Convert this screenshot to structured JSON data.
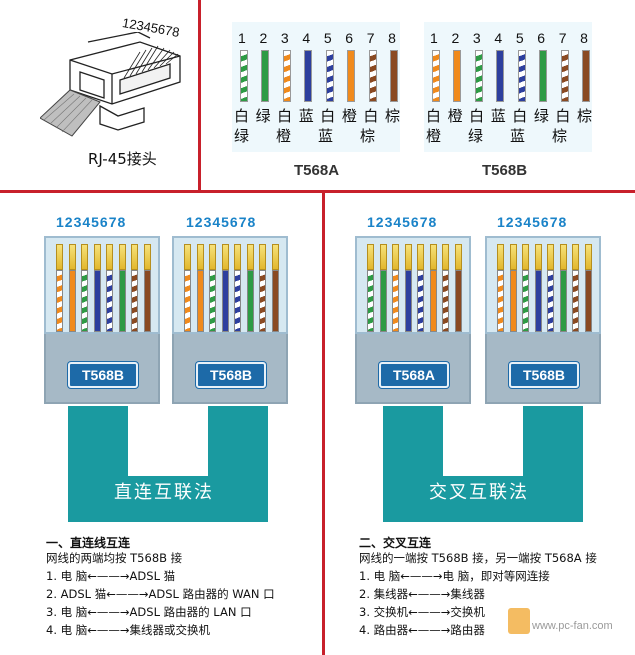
{
  "rj45": {
    "pin_order": "12345678",
    "caption": "RJ-45接头"
  },
  "pin_numbers": [
    "1",
    "2",
    "3",
    "4",
    "5",
    "6",
    "7",
    "8"
  ],
  "t568a": {
    "label": "T568A",
    "top_chars": [
      "白",
      "绿",
      "白",
      "蓝",
      "白",
      "橙",
      "白",
      "棕"
    ],
    "bottom_chars": [
      "绿",
      "橙",
      "蓝",
      "棕"
    ],
    "wires": [
      {
        "base": "#ffffff",
        "stripe": "#2e9b45"
      },
      {
        "base": "#2e9b45",
        "stripe": ""
      },
      {
        "base": "#ffffff",
        "stripe": "#f08a1c"
      },
      {
        "base": "#2d3f9e",
        "stripe": ""
      },
      {
        "base": "#ffffff",
        "stripe": "#2d3f9e"
      },
      {
        "base": "#f08a1c",
        "stripe": ""
      },
      {
        "base": "#ffffff",
        "stripe": "#8a4a22"
      },
      {
        "base": "#8a4a22",
        "stripe": ""
      }
    ]
  },
  "t568b": {
    "label": "T568B",
    "top_chars": [
      "白",
      "橙",
      "白",
      "蓝",
      "白",
      "绿",
      "白",
      "棕"
    ],
    "bottom_chars": [
      "橙",
      "绿",
      "蓝",
      "棕"
    ],
    "wires": [
      {
        "base": "#ffffff",
        "stripe": "#f08a1c"
      },
      {
        "base": "#f08a1c",
        "stripe": ""
      },
      {
        "base": "#ffffff",
        "stripe": "#2e9b45"
      },
      {
        "base": "#2d3f9e",
        "stripe": ""
      },
      {
        "base": "#ffffff",
        "stripe": "#2d3f9e"
      },
      {
        "base": "#2e9b45",
        "stripe": ""
      },
      {
        "base": "#ffffff",
        "stripe": "#8a4a22"
      },
      {
        "base": "#8a4a22",
        "stripe": ""
      }
    ]
  },
  "straight": {
    "pin_order_left": "12345678",
    "pin_order_right": "12345678",
    "left_tag": "T568B",
    "right_tag": "T568B",
    "cable_text": "直连互联法",
    "heading": "一、直连线互连",
    "desc": "网线的两端均按 T568B 接",
    "lines": [
      "1.  电    脑←——→ADSL 猫",
      "2.  ADSL 猫←——→ADSL 路由器的 WAN 口",
      "3.  电    脑←——→ADSL 路由器的 LAN 口",
      "4.  电    脑←——→集线器或交换机"
    ]
  },
  "cross": {
    "pin_order_left": "12345678",
    "pin_order_right": "12345678",
    "left_tag": "T568A",
    "right_tag": "T568B",
    "cable_text": "交叉互联法",
    "heading": "二、交叉互连",
    "desc": "网线的一端按 T568B 接，另一端按 T568A 接",
    "lines": [
      "1.  电    脑←——→电    脑，即对等网连接",
      "2.  集线器←——→集线器",
      "3.  交换机←——→交换机",
      "4.  路由器←——→路由器"
    ]
  },
  "watermark": "www.pc-fan.com"
}
